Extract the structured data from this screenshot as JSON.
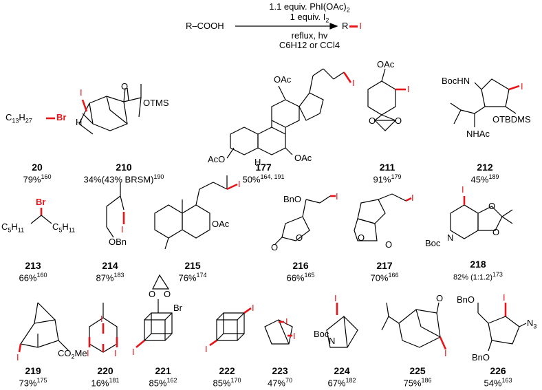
{
  "scheme": {
    "reactant": "R–COOH",
    "reagent_line1": "1.1 equiv. PhI(OAc)",
    "reagent_line1_sub": "2",
    "reagent_line2": "1 equiv. I",
    "reagent_line2_sub": "2",
    "condition_line1": "reflux, hv",
    "condition_line2": "C6H12 or CCl4",
    "product_r": "R",
    "product_i": "I"
  },
  "colors": {
    "highlight": "#e8141a"
  },
  "compounds": [
    {
      "id": "20",
      "yield": "79%",
      "ref": "160"
    },
    {
      "id": "210",
      "yield": "34%(43% BRSM)",
      "ref": "190"
    },
    {
      "id": "177",
      "yield": "50%",
      "ref": "164, 191"
    },
    {
      "id": "211",
      "yield": "91%",
      "ref": "179"
    },
    {
      "id": "212",
      "yield": "45%",
      "ref": "189"
    },
    {
      "id": "213",
      "yield": "66%",
      "ref": "160"
    },
    {
      "id": "214",
      "yield": "87%",
      "ref": "183"
    },
    {
      "id": "215",
      "yield": "76%",
      "ref": "174"
    },
    {
      "id": "216",
      "yield": "66%",
      "ref": "165"
    },
    {
      "id": "217",
      "yield": "70%",
      "ref": "166"
    },
    {
      "id": "218",
      "yield": "82% (1:1.2)",
      "ref": "173"
    },
    {
      "id": "219",
      "yield": "73%",
      "ref": "175"
    },
    {
      "id": "220",
      "yield": "16%",
      "ref": "181"
    },
    {
      "id": "221",
      "yield": "85%",
      "ref": "162"
    },
    {
      "id": "222",
      "yield": "85%",
      "ref": "170"
    },
    {
      "id": "223",
      "yield": "47%",
      "ref": "70"
    },
    {
      "id": "224",
      "yield": "67%",
      "ref": "182"
    },
    {
      "id": "225",
      "yield": "75%",
      "ref": "186"
    },
    {
      "id": "226",
      "yield": "54%",
      "ref": "163"
    }
  ],
  "labels": {
    "c13h27": "C13H27",
    "br": "Br",
    "i": "I",
    "otms": "OTMS",
    "h": "H",
    "oac": "OAc",
    "aco": "AcO",
    "bochn": "BocHN",
    "otbdms": "OTBDMS",
    "nhac": "NHAc",
    "c5h11": "C5H11",
    "obn": "OBn",
    "bno": "BnO",
    "o": "O",
    "boc": "Boc",
    "n": "N",
    "co2me": "CO2Me",
    "n3": "N3"
  }
}
